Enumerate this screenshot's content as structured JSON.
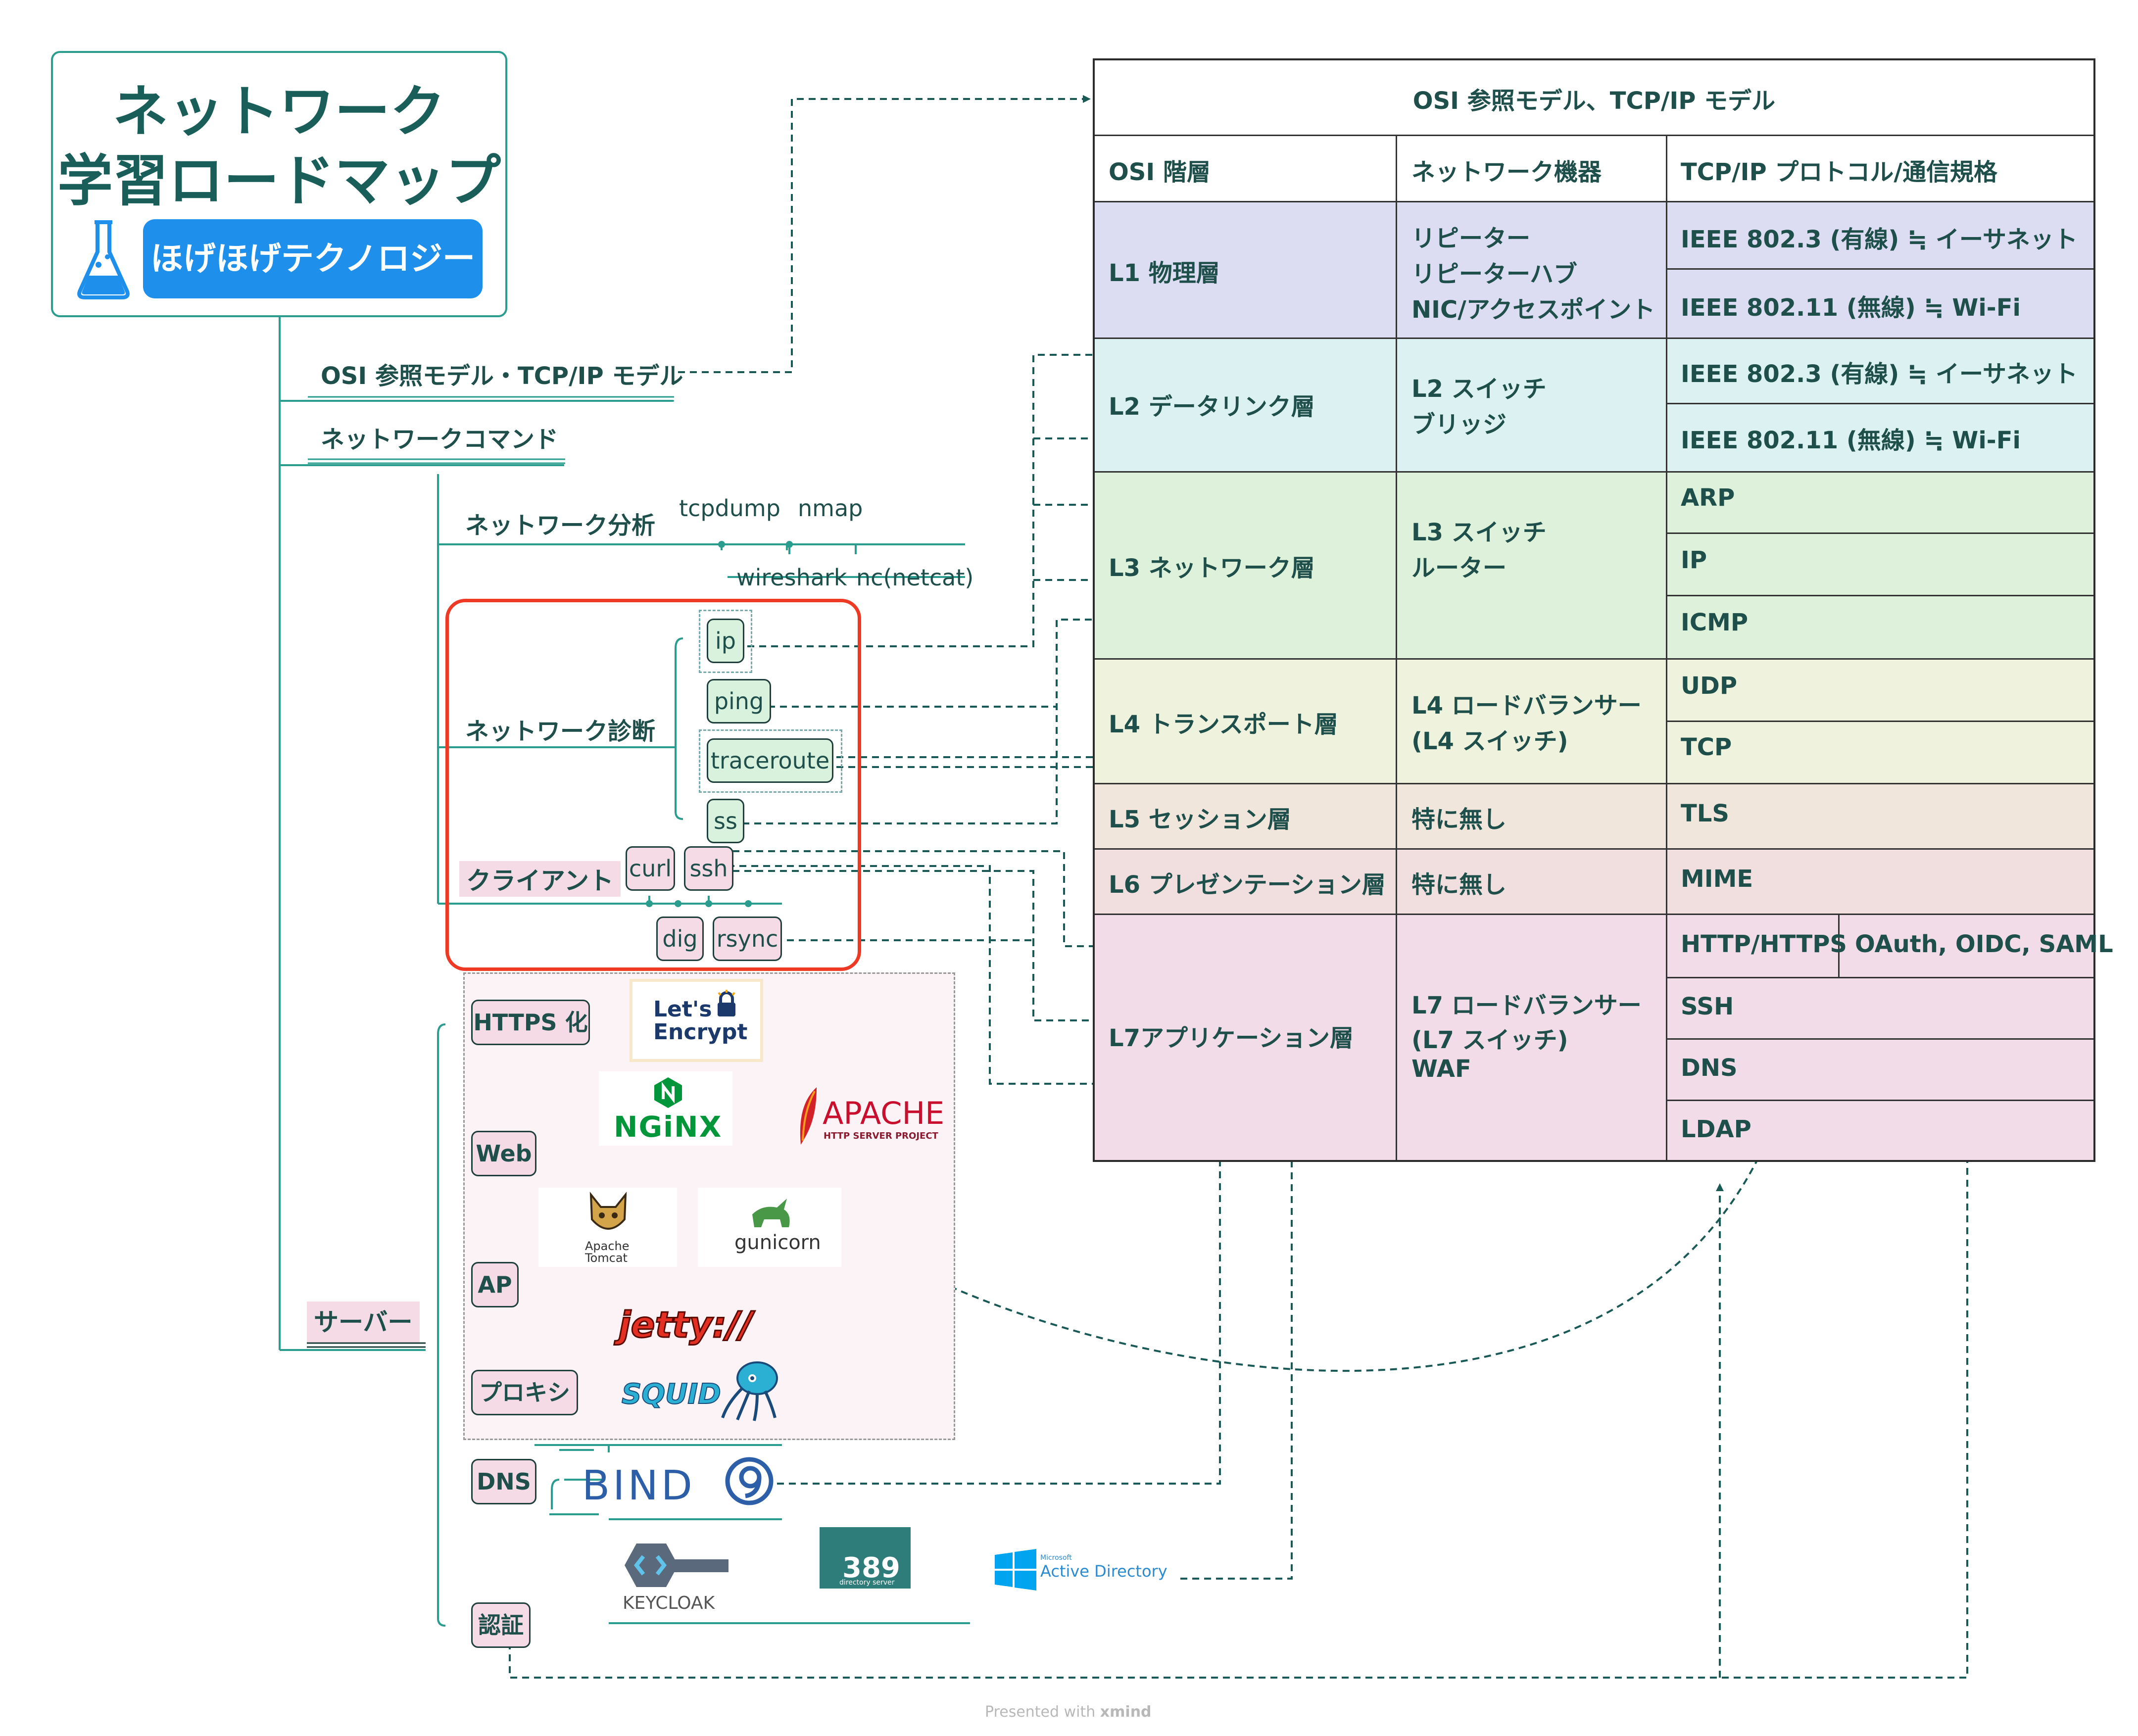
{
  "title": {
    "line1": "ネットワーク",
    "line2": "学習ロードマップ",
    "badge": "ほげほげテクノロジー",
    "icon": "flask-icon"
  },
  "branches": {
    "osi": "OSI 参照モデル・TCP/IP モデル",
    "commands": "ネットワークコマンド",
    "server": "サーバー"
  },
  "commands": {
    "analysis": {
      "label": "ネットワーク分析",
      "tools_top": [
        "tcpdump",
        "nmap"
      ],
      "tools_bottom": [
        "wireshark",
        "nc(netcat)"
      ]
    },
    "diagnosis": {
      "label": "ネットワーク診断",
      "tools": [
        "ip",
        "ping",
        "traceroute",
        "ss"
      ]
    },
    "client": {
      "label": "クライアント",
      "tools_top": [
        "curl",
        "ssh"
      ],
      "tools_bottom": [
        "dig",
        "rsync"
      ]
    }
  },
  "server": {
    "https": "HTTPS 化",
    "web": "Web",
    "ap": "AP",
    "proxy": "プロキシ",
    "dns": "DNS",
    "auth": "認証",
    "logos": {
      "letsencrypt": [
        "Let's",
        "Encrypt"
      ],
      "nginx": "NGiNX",
      "apache": "APACHE",
      "apache_sub": "HTTP SERVER PROJECT",
      "tomcat": [
        "Apache",
        "Tomcat"
      ],
      "gunicorn": "gunicorn",
      "jetty": "jetty://",
      "squid": "SQUID",
      "bind": "BIND",
      "keycloak": "KEYCLOAK",
      "ds389": "389",
      "ds389_sub": "directory server",
      "ad_small": "Microsoft",
      "ad": "Active Directory"
    }
  },
  "osi_table": {
    "title": "OSI 参照モデル、TCP/IP モデル",
    "headers": [
      "OSI 階層",
      "ネットワーク機器",
      "TCP/IP プロトコル/通信規格"
    ],
    "layers": [
      {
        "name": "L1 物理層",
        "devices": [
          "リピーター",
          "リピーターハブ",
          "NIC/アクセスポイント"
        ],
        "protocols": [
          "IEEE 802.3 (有線) ≒ イーサネット",
          "IEEE 802.11 (無線) ≒ Wi-Fi"
        ],
        "color": "#dcdcf2"
      },
      {
        "name": "L2 データリンク層",
        "devices": [
          "L2 スイッチ",
          "ブリッジ"
        ],
        "protocols": [
          "IEEE 802.3 (有線) ≒ イーサネット",
          "IEEE 802.11 (無線) ≒ Wi-Fi"
        ],
        "color": "#dcf1f1"
      },
      {
        "name": "L3 ネットワーク層",
        "devices": [
          "L3 スイッチ",
          "ルーター"
        ],
        "protocols": [
          "ARP",
          "IP",
          "ICMP"
        ],
        "color": "#def1da"
      },
      {
        "name": "L4 トランスポート層",
        "devices": [
          "L4 ロードバランサー",
          "(L4 スイッチ)"
        ],
        "protocols": [
          "UDP",
          "TCP"
        ],
        "color": "#eff2dc"
      },
      {
        "name": "L5 セッション層",
        "devices": [
          "特に無し"
        ],
        "protocols": [
          "TLS"
        ],
        "color": "#f0e6dc"
      },
      {
        "name": "L6 プレゼンテーション層",
        "devices": [
          "特に無し"
        ],
        "protocols": [
          "MIME"
        ],
        "color": "#f1dfdf"
      },
      {
        "name": "L7アプリケーション層",
        "devices": [
          "L7 ロードバランサー",
          "(L7 スイッチ)",
          "WAF"
        ],
        "protocols": [
          "HTTP/HTTPS",
          "OAuth, OIDC, SAML",
          "SSH",
          "DNS",
          "LDAP"
        ],
        "color": "#f1dce8"
      }
    ]
  },
  "colors": {
    "teal": "#2a9d8f",
    "dark_teal": "#195e59",
    "badge_blue": "#1e90ec",
    "highlight_red": "#ee3a24"
  },
  "footer": {
    "presented_with": "Presented with",
    "brand": "xmind"
  }
}
